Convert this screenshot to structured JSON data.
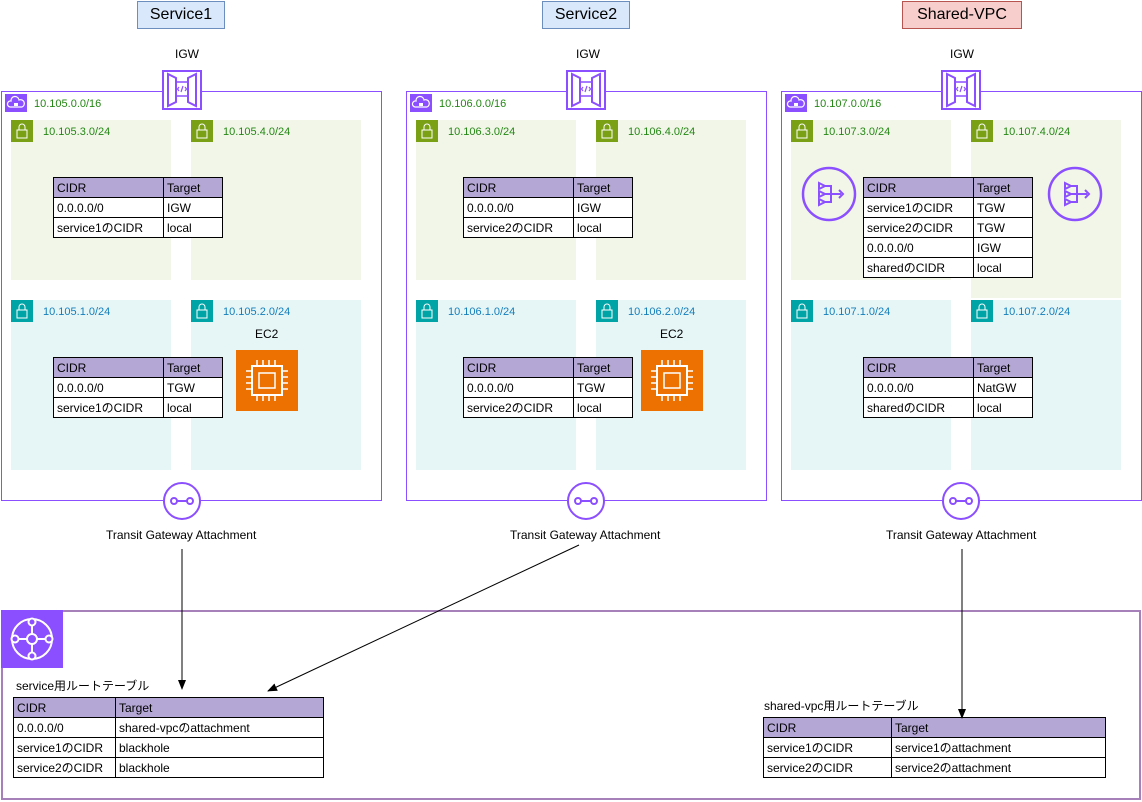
{
  "titles": {
    "service1": "Service1",
    "service2": "Service2",
    "shared": "Shared-VPC"
  },
  "igw_label": "IGW",
  "ec2_label": "EC2",
  "tga_label": "Transit Gateway Attachment",
  "table_header": {
    "cidr": "CIDR",
    "target": "Target"
  },
  "vpcs": {
    "service1": {
      "cidr": "10.105.0.0/16",
      "subnets": [
        "10.105.3.0/24",
        "10.105.4.0/24",
        "10.105.1.0/24",
        "10.105.2.0/24"
      ],
      "public_rt": [
        [
          "0.0.0.0/0",
          "IGW"
        ],
        [
          "service1のCIDR",
          "local"
        ]
      ],
      "private_rt": [
        [
          "0.0.0.0/0",
          "TGW"
        ],
        [
          "service1のCIDR",
          "local"
        ]
      ]
    },
    "service2": {
      "cidr": "10.106.0.0/16",
      "subnets": [
        "10.106.3.0/24",
        "10.106.4.0/24",
        "10.106.1.0/24",
        "10.106.2.0/24"
      ],
      "public_rt": [
        [
          "0.0.0.0/0",
          "IGW"
        ],
        [
          "service2のCIDR",
          "local"
        ]
      ],
      "private_rt": [
        [
          "0.0.0.0/0",
          "TGW"
        ],
        [
          "service2のCIDR",
          "local"
        ]
      ]
    },
    "shared": {
      "cidr": "10.107.0.0/16",
      "subnets": [
        "10.107.3.0/24",
        "10.107.4.0/24",
        "10.107.1.0/24",
        "10.107.2.0/24"
      ],
      "public_rt": [
        [
          "service1のCIDR",
          "TGW"
        ],
        [
          "service2のCIDR",
          "TGW"
        ],
        [
          "0.0.0.0/0",
          "IGW"
        ],
        [
          "sharedのCIDR",
          "local"
        ]
      ],
      "private_rt": [
        [
          "0.0.0.0/0",
          "NatGW"
        ],
        [
          "sharedのCIDR",
          "local"
        ]
      ]
    }
  },
  "tgw": {
    "service_rt": {
      "title": "service用ルートテーブル",
      "rows": [
        [
          "0.0.0.0/0",
          "shared-vpcのattachment"
        ],
        [
          "service1のCIDR",
          "blackhole"
        ],
        [
          "service2のCIDR",
          "blackhole"
        ]
      ]
    },
    "shared_rt": {
      "title": "shared-vpc用ルートテーブル",
      "rows": [
        [
          "service1のCIDR",
          "service1のattachment"
        ],
        [
          "service2のCIDR",
          "service2のattachment"
        ]
      ]
    }
  },
  "colors": {
    "vpc_border": "#8c4fff",
    "public_subnet": "#f2f6e9",
    "private_subnet": "#e6f6f7",
    "table_header": "#b4a7d6",
    "ec2": "#ed7100",
    "tgw_frame": "#a680b8"
  }
}
